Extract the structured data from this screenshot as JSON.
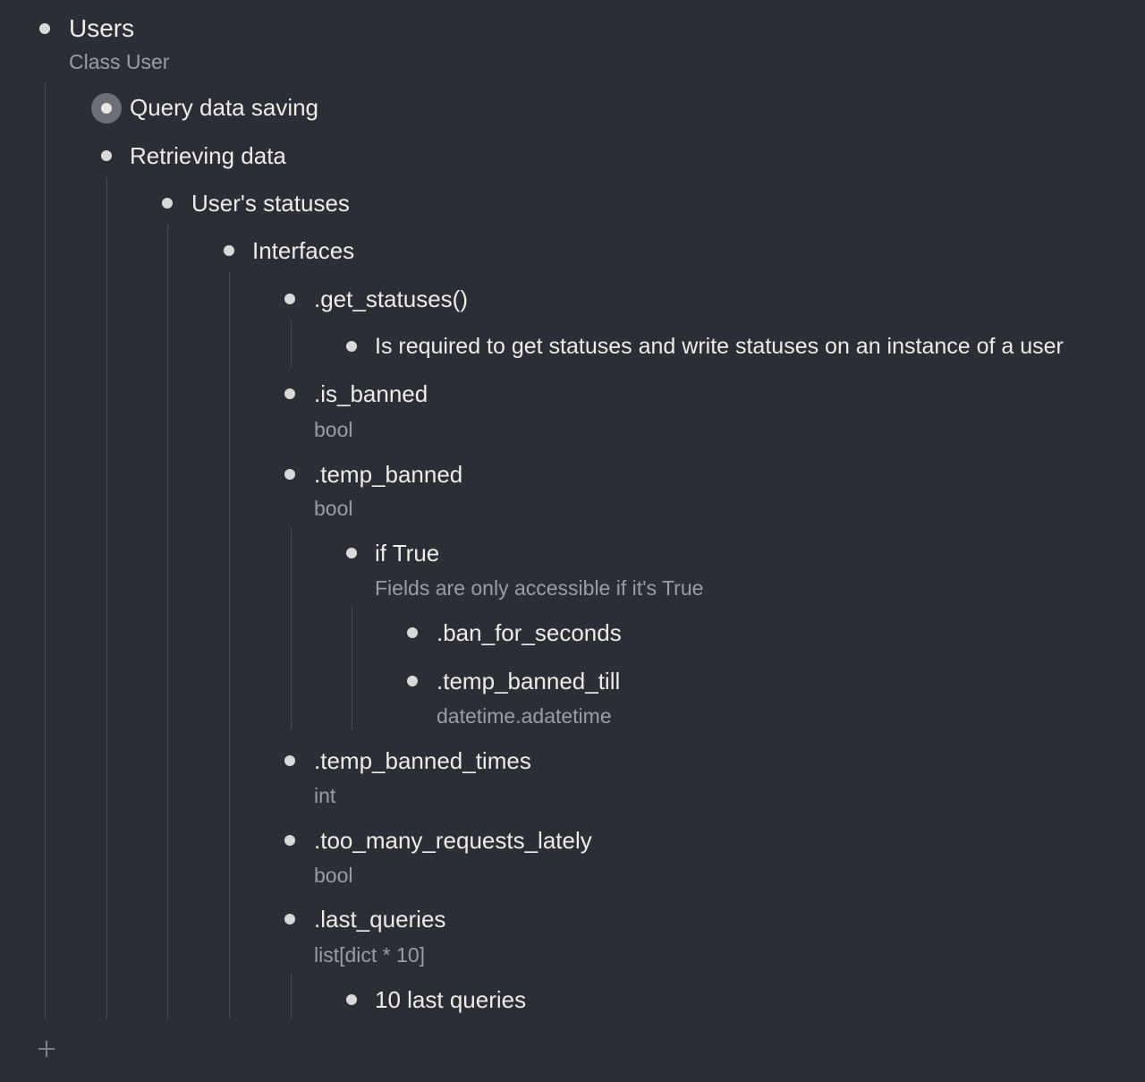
{
  "outline": {
    "root": {
      "title": "Users",
      "note": "Class User"
    },
    "query_data_saving": "Query data saving",
    "retrieving_data": "Retrieving data",
    "users_statuses": "User's statuses",
    "interfaces": "Interfaces",
    "get_statuses": ".get_statuses()",
    "get_statuses_desc": "Is required to get statuses and write statuses on an instance of a user",
    "is_banned": {
      "title": ".is_banned",
      "note": "bool"
    },
    "temp_banned": {
      "title": ".temp_banned",
      "note": "bool"
    },
    "if_true": {
      "title": "if True",
      "note": "Fields are only accessible if it's True"
    },
    "ban_for_seconds": ".ban_for_seconds",
    "temp_banned_till": {
      "title": ".temp_banned_till",
      "note": "datetime.adatetime"
    },
    "temp_banned_times": {
      "title": ".temp_banned_times",
      "note": "int"
    },
    "too_many_requests_lately": {
      "title": ".too_many_requests_lately",
      "note": "bool"
    },
    "last_queries": {
      "title": ".last_queries",
      "note": "list[dict * 10]"
    },
    "ten_last_queries": "10 last queries"
  },
  "icons": {
    "bullet": "bullet-dot-icon",
    "collapsed_bullet": "collapsed-bullet-icon",
    "add": "plus-icon"
  },
  "colors": {
    "background": "#2b2e34",
    "text": "#ececec",
    "note": "#9a9da3",
    "guide": "#4a4d55",
    "bullet": "#d9d9d9"
  }
}
